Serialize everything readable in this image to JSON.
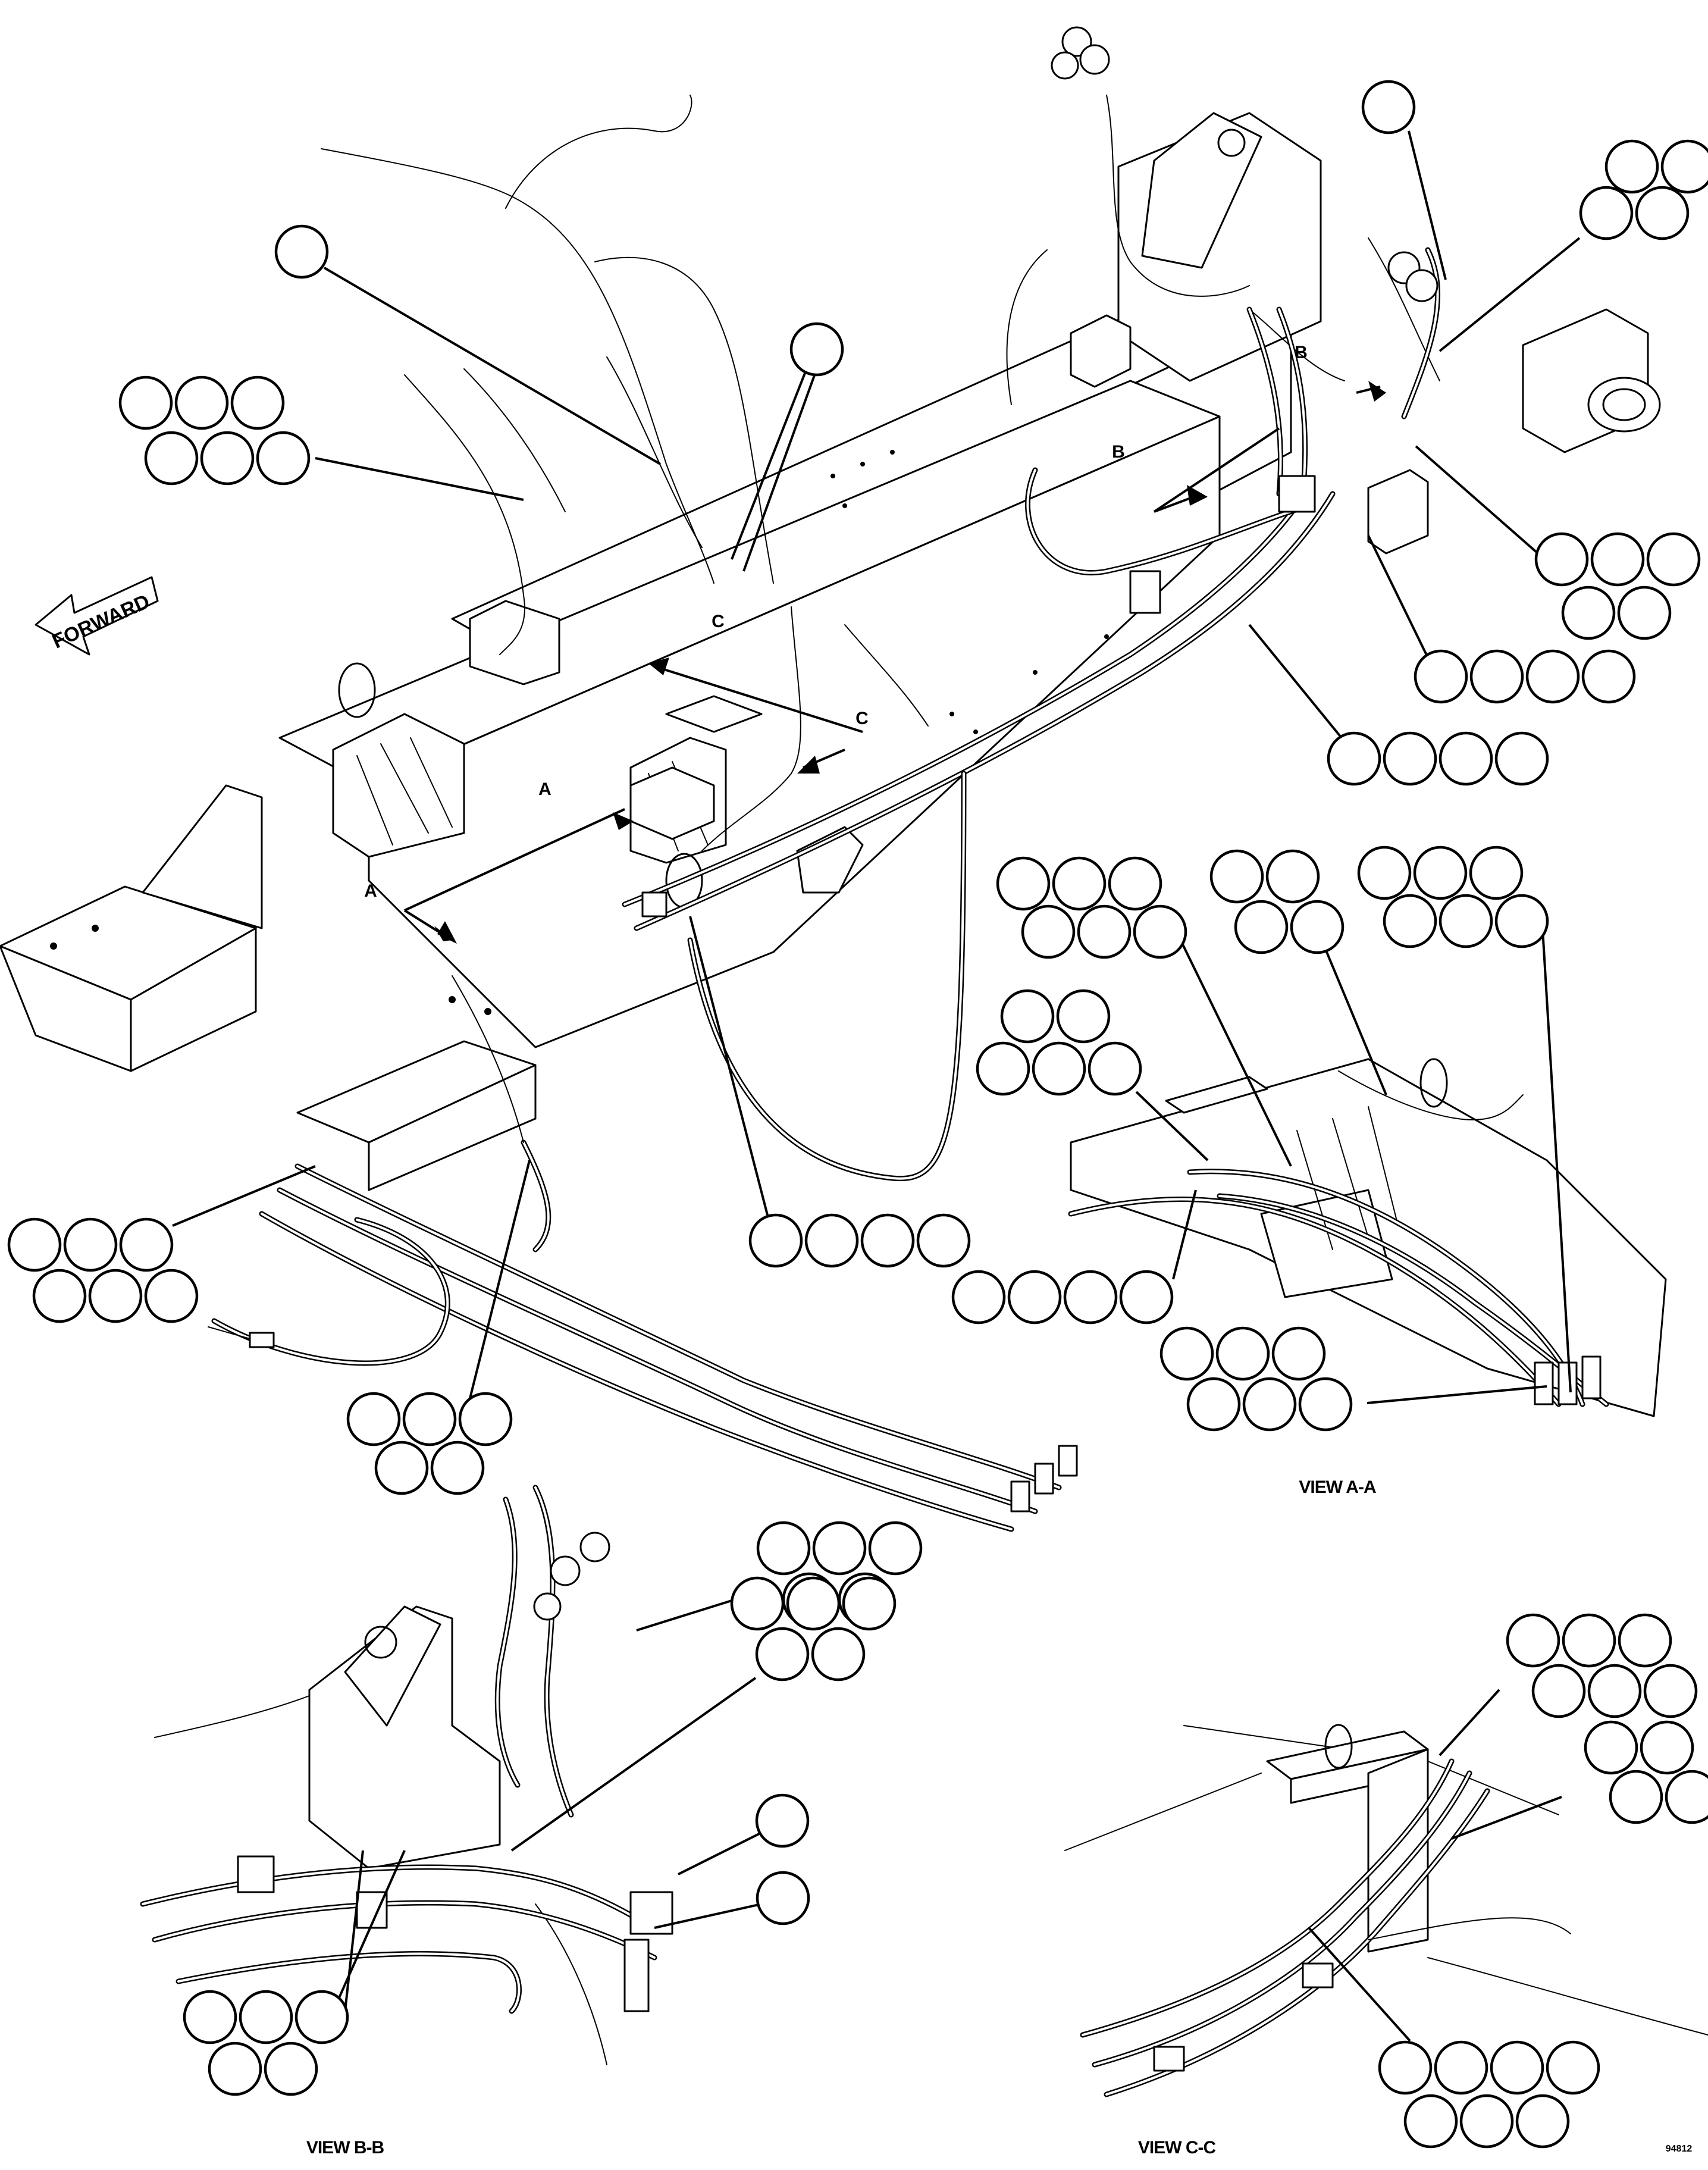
{
  "direction_arrow": {
    "label": "FORWARD",
    "icon": "forward-arrow-icon"
  },
  "section_marks": {
    "a_left": "A",
    "a_right": "A",
    "b_left": "B",
    "b_right": "B",
    "c_left": "C",
    "c_right": "C"
  },
  "view_titles": {
    "view_a": "VIEW A-A",
    "view_b": "VIEW B-B",
    "view_c": "VIEW C-C"
  },
  "drawing_number": "94812",
  "callout_groups": [
    {
      "id": "g1",
      "count": 1,
      "note": "blank reference balloon"
    },
    {
      "id": "g2",
      "count": 5
    },
    {
      "id": "g3",
      "count": 1
    },
    {
      "id": "g4",
      "count": 1
    },
    {
      "id": "g5",
      "count": 5
    },
    {
      "id": "g6",
      "count": 6
    },
    {
      "id": "g7",
      "count": 4
    },
    {
      "id": "g8",
      "count": 4
    },
    {
      "id": "g9",
      "count": 4
    },
    {
      "id": "g10",
      "count": 6
    },
    {
      "id": "g11",
      "count": 5
    },
    {
      "id": "g12",
      "count": 7
    },
    {
      "id": "g13",
      "count": 7
    },
    {
      "id": "g14",
      "count": 6
    },
    {
      "id": "g15",
      "count": 4
    },
    {
      "id": "g16",
      "count": 7
    },
    {
      "id": "g17",
      "count": 2
    },
    {
      "id": "g18",
      "count": 6
    },
    {
      "id": "g19",
      "count": 1
    },
    {
      "id": "g20",
      "count": 1
    },
    {
      "id": "g21",
      "count": 6
    },
    {
      "id": "g22",
      "count": 7
    },
    {
      "id": "g23",
      "count": 5
    },
    {
      "id": "g24",
      "count": 7
    }
  ],
  "colors": {
    "line": "#000000",
    "background": "#ffffff"
  }
}
